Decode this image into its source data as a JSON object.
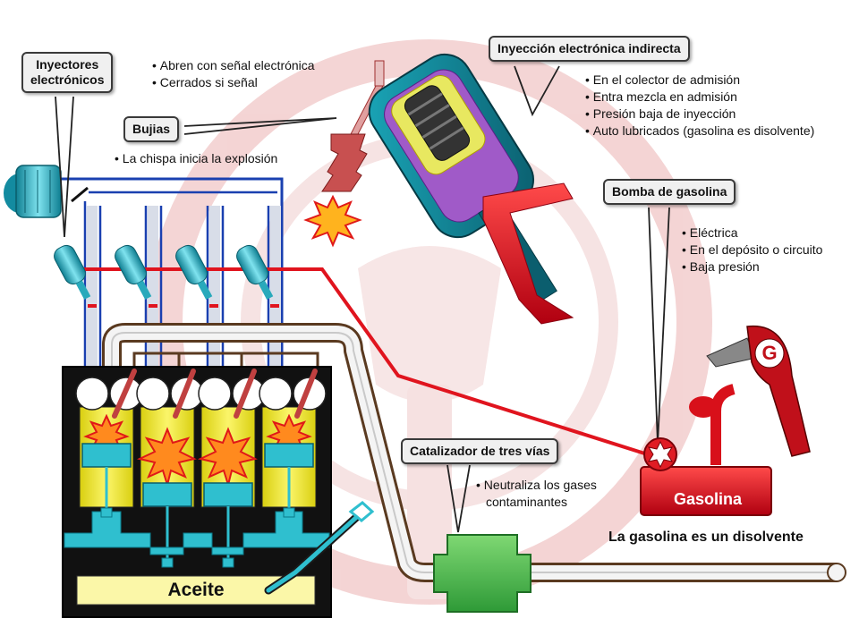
{
  "callouts": {
    "inyectores": [
      "Inyectores",
      "electrónicos"
    ],
    "bujias": "Bujias",
    "inyeccion": "Inyección electrónica indirecta",
    "bomba": "Bomba de gasolina",
    "catalizador": "Catalizador de tres vías"
  },
  "notes": {
    "inyectores": [
      "Abren con señal electrónica",
      "Cerrados si señal"
    ],
    "bujias": [
      "La chispa inicia la explosión"
    ],
    "inyeccion": [
      "En el colector de admisión",
      "Entra mezcla en admisión",
      "Presión baja de inyección",
      "Auto lubricados (gasolina es disolvente)"
    ],
    "bomba": [
      "Eléctrica",
      "En el depósito o circuito",
      "Baja presión"
    ],
    "catalizador": [
      "Neutraliza los gases",
      "contaminantes"
    ]
  },
  "labels": {
    "aceite": "Aceite",
    "gasolina": "Gasolina",
    "pump_letter": "G",
    "bottom_note": "La gasolina es un disolvente"
  },
  "colors": {
    "fuel": "#e0141e",
    "intake": "#1a40b0",
    "exhaust": "#5a3a20",
    "cylinder": "#f2ea1c",
    "piston": "#2fbfcf",
    "catalyst": "#48b84c",
    "tank": "#e01c24",
    "watermark": "#f2d2d2"
  },
  "icons": {
    "engine": "engine-block-diagram",
    "injector": "fuel-injector",
    "spark_plug": "spark-plug",
    "explosion": "explosion-burst",
    "pump": "fuel-pump",
    "nozzle": "fuel-nozzle",
    "catalyst": "catalytic-converter"
  }
}
